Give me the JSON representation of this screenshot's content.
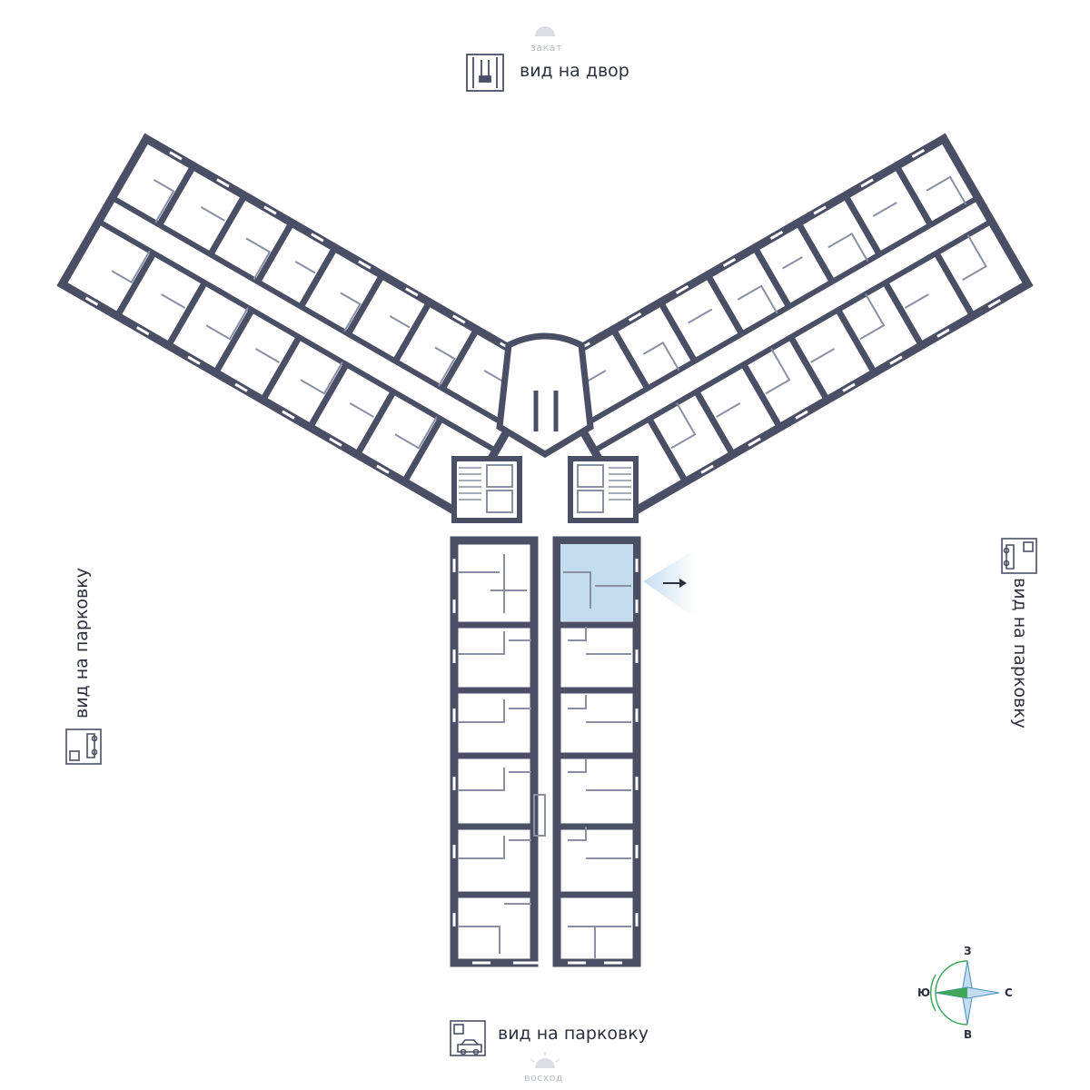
{
  "views": {
    "top": "вид на двор",
    "bottom": "вид на парковку",
    "left": "вид на парковку",
    "right": "вид на парковку"
  },
  "sun": {
    "sunset": "закат",
    "sunrise": "восход"
  },
  "compass": {
    "north": "С",
    "south": "Ю",
    "west": "З",
    "east": "В"
  },
  "colors": {
    "wall": "#4a4f66",
    "thin_wall": "#8a8fa3",
    "highlight": "#c3dcf0",
    "accent": "#2f7fc1",
    "compass_green": "#3fa65a"
  },
  "icons": {
    "top": "playground-swing-icon",
    "bottom": "parking-icon",
    "left": "parking-icon",
    "right": "parking-icon",
    "sunset": "sunset-icon",
    "sunrise": "sunrise-icon",
    "window_view": "view-direction-arrow-icon"
  },
  "plan": {
    "highlighted_unit": "selected-apartment"
  }
}
